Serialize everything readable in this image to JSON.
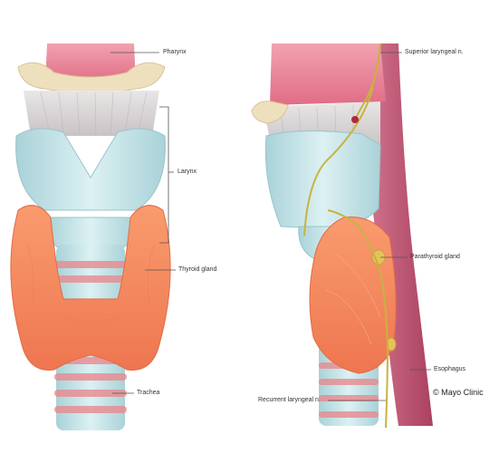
{
  "labels": {
    "pharynx": "Pharynx",
    "larynx": "Larynx",
    "thyroid_gland": "Thyroid gland",
    "trachea": "Trachea",
    "superior_laryngeal_n": "Superior laryngeal n.",
    "parathyroid_gland": "Parathyroid gland",
    "esophagus": "Esophagus",
    "recurrent_laryngeal_n": "Recurrent laryngeal n."
  },
  "credit": "© Mayo Clinic",
  "colors": {
    "thyroid": "#f58a5e",
    "cartilage": "#bfe2e6",
    "pharynx": "#e86a84",
    "hyoid": "#efe0bd",
    "nerve": "#c8b340",
    "esophagus": "#b54a6a"
  }
}
